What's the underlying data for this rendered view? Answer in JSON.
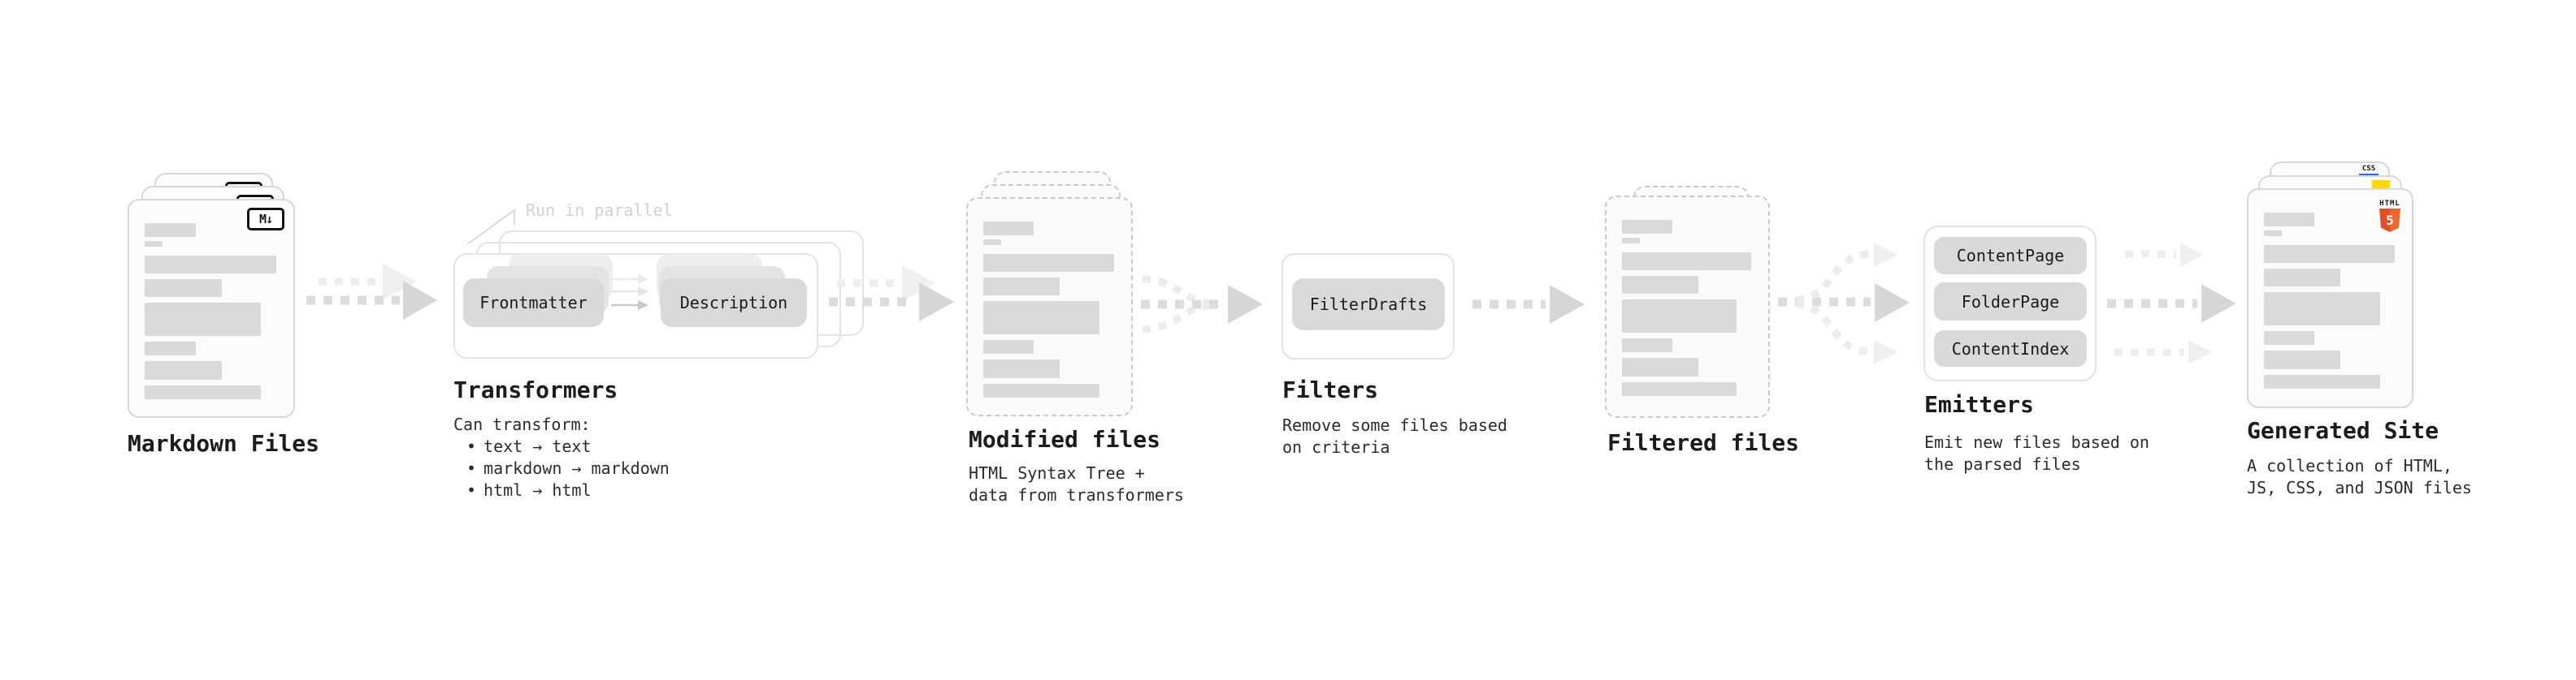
{
  "colors": {
    "doc_border": "#d7d7d7",
    "doc_fill": "#fbfbfb",
    "placeholder_bar": "#d9d9d9",
    "chip_fill": "#d9d9d9",
    "arrow_dark": "#d6d6d6",
    "arrow_faint": "#ededed",
    "annotation_gray": "#d2d2d2",
    "text_dark": "#1c1c1c",
    "html5_orange": "#e44d26",
    "js_yellow": "#ffd800",
    "css_blue": "#2a6df4"
  },
  "stages": [
    {
      "id": "markdown-files",
      "title": "Markdown Files",
      "badge_label": "M↓"
    },
    {
      "id": "transformers",
      "title": "Transformers",
      "annotation": "Run in parallel",
      "chips": [
        "Frontmatter",
        "Description"
      ],
      "caption": "Can transform:",
      "bullet": "•",
      "bullets": [
        "text → text",
        "markdown → markdown",
        "html → html"
      ]
    },
    {
      "id": "modified-files",
      "title": "Modified files",
      "subtitle_lines": [
        "HTML Syntax Tree +",
        "data from transformers"
      ]
    },
    {
      "id": "filters",
      "title": "Filters",
      "chips": [
        "FilterDrafts"
      ],
      "subtitle_lines": [
        "Remove some files based",
        "on criteria"
      ]
    },
    {
      "id": "filtered-files",
      "title": "Filtered files"
    },
    {
      "id": "emitters",
      "title": "Emitters",
      "chips": [
        "ContentPage",
        "FolderPage",
        "ContentIndex"
      ],
      "subtitle_lines": [
        "Emit new files based on",
        "the parsed files"
      ]
    },
    {
      "id": "generated-site",
      "title": "Generated Site",
      "subtitle_lines": [
        "A collection of HTML,",
        "JS, CSS, and JSON files"
      ],
      "badges": {
        "css_label": "CSS",
        "html_label": "HTML",
        "html_number": "5"
      }
    }
  ]
}
